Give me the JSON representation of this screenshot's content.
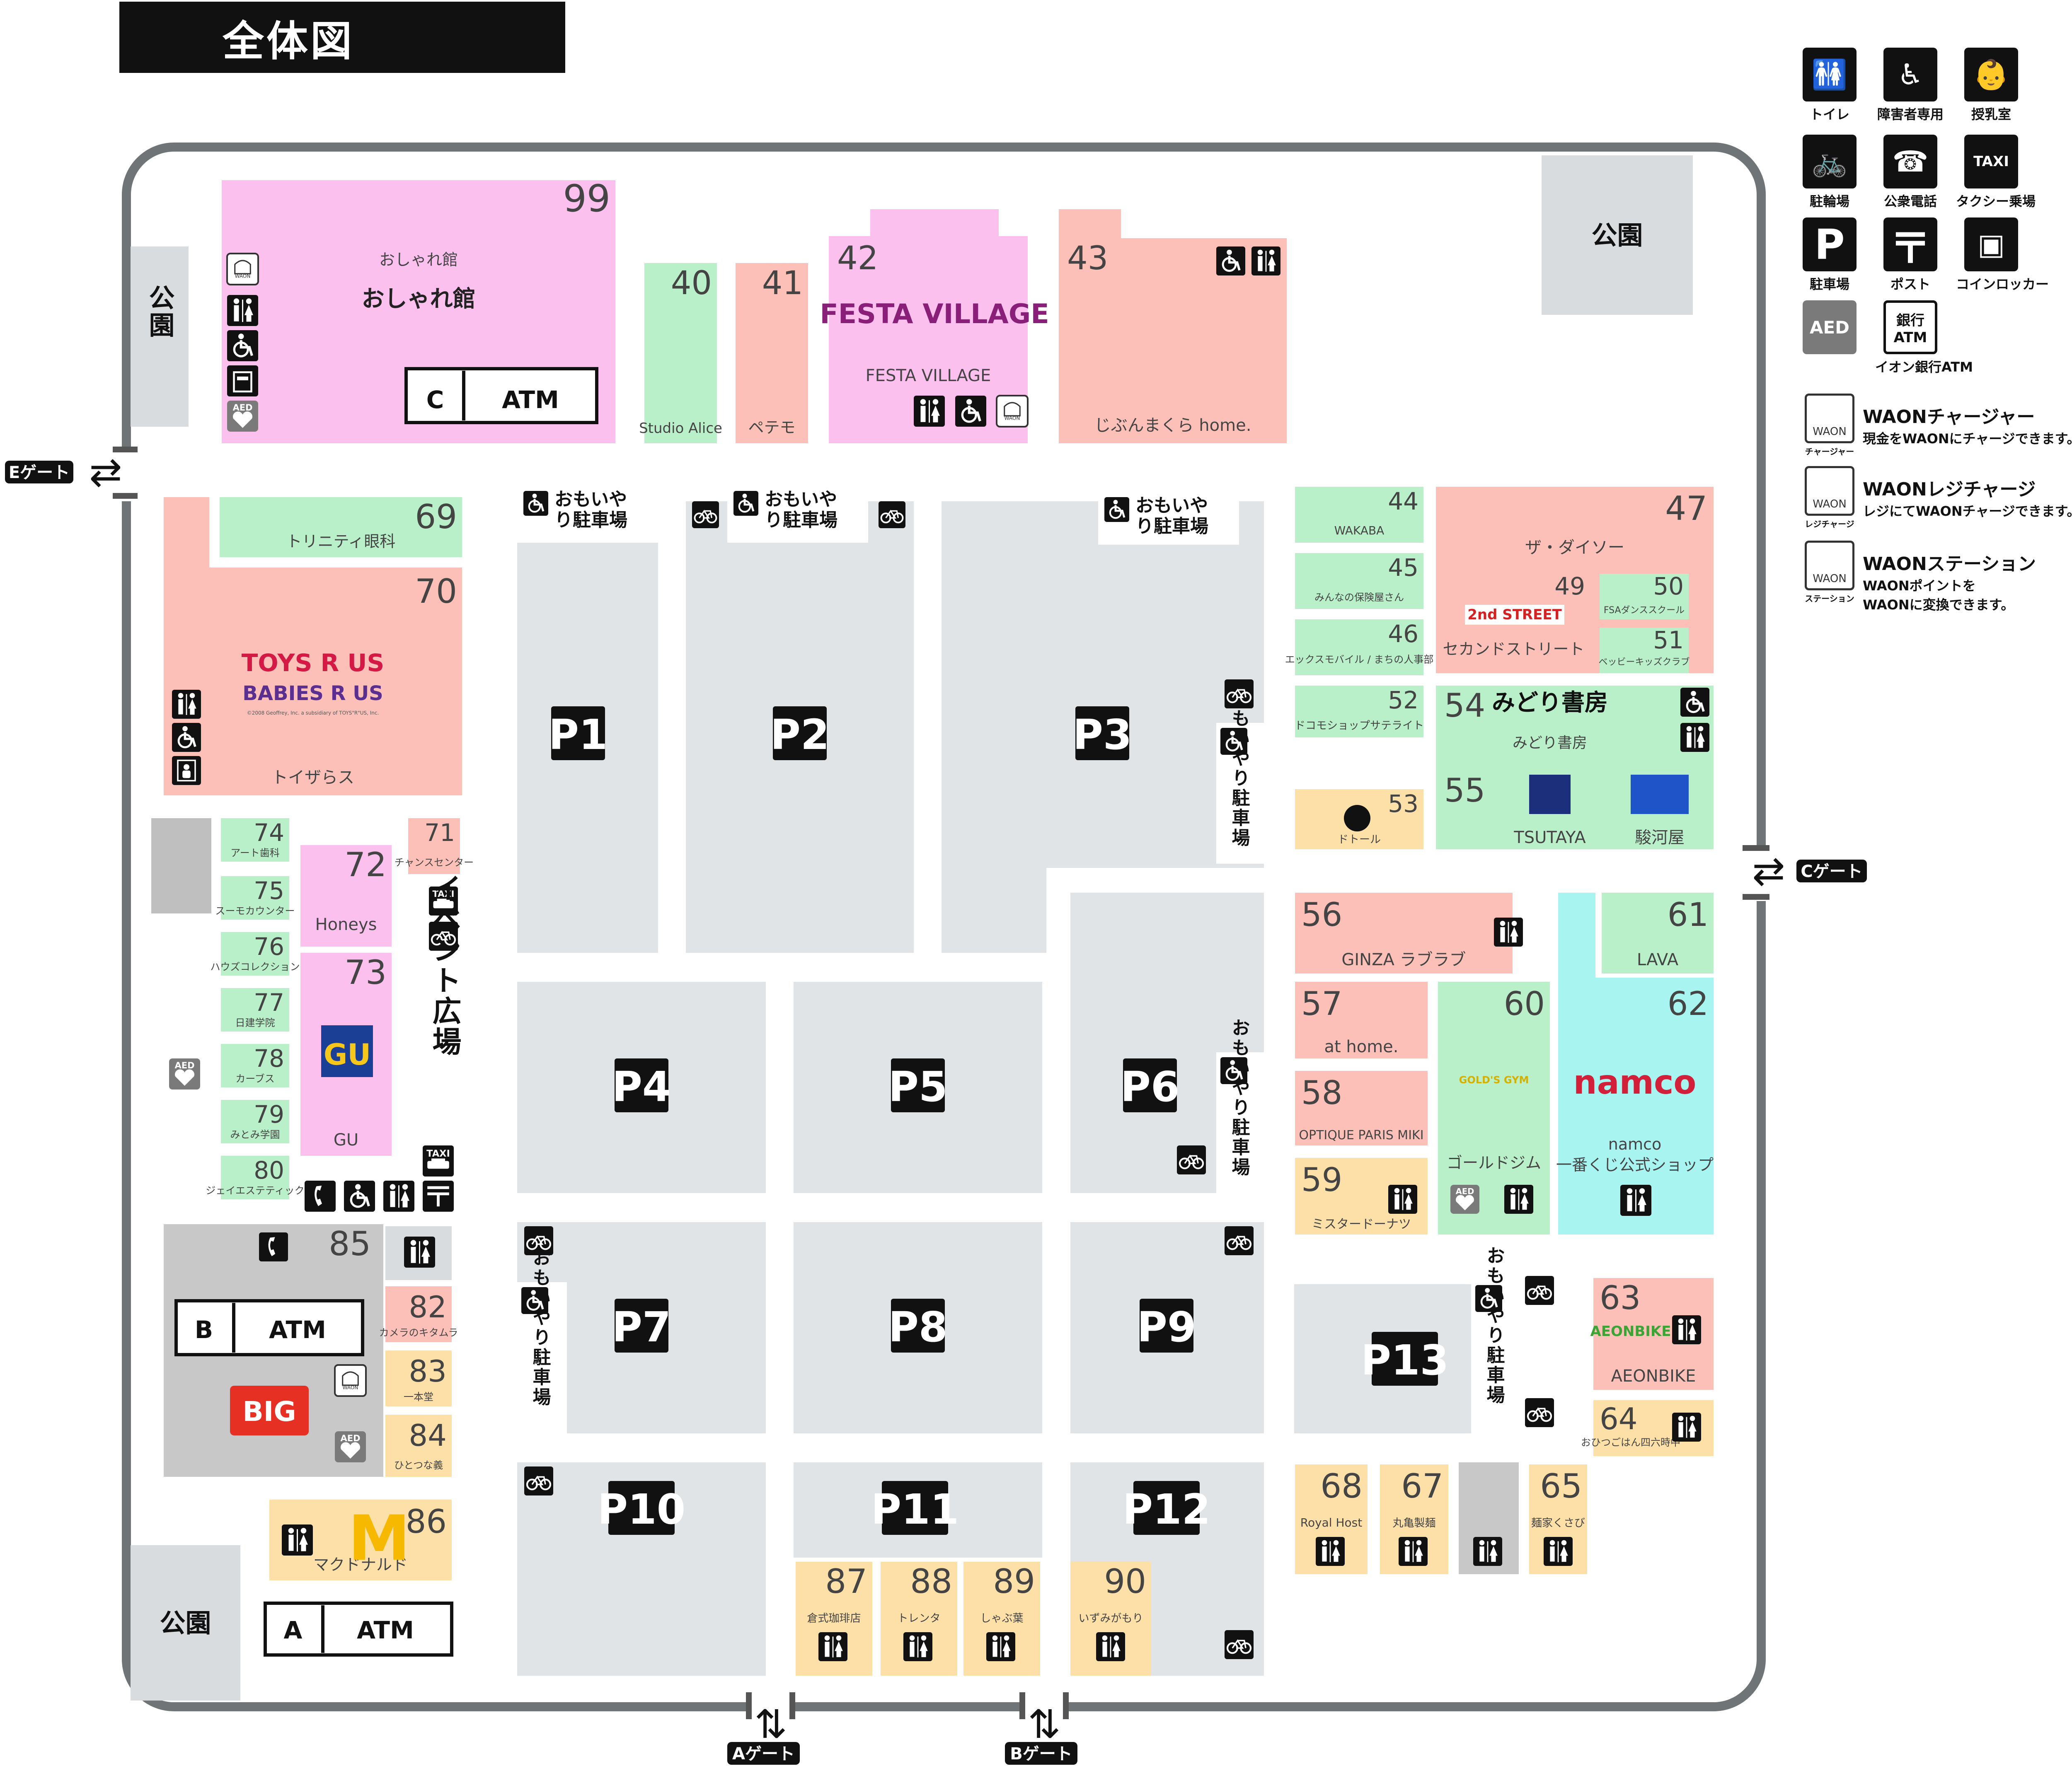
{
  "title": "全体図",
  "gates": {
    "e": "Eゲート",
    "c": "Cゲート",
    "a": "Aゲート",
    "b": "Bゲート"
  },
  "parks": [
    "公園",
    "公園",
    "公園"
  ],
  "atm_labels": {
    "c": "C",
    "b": "B",
    "a": "A",
    "atm": "ATM"
  },
  "parking": [
    "P1",
    "P2",
    "P3",
    "P4",
    "P5",
    "P6",
    "P7",
    "P8",
    "P9",
    "P10",
    "P11",
    "P12",
    "P13"
  ],
  "omoiyari": "おもいやり駐車場",
  "event_plaza": "イベント広場",
  "shops": [
    {
      "id": "s99",
      "num": "99",
      "name": "おしゃれ館",
      "sub": "おしゃれ館",
      "color": "#fcc0ef"
    },
    {
      "id": "s40",
      "num": "40",
      "name": "Studio Alice",
      "color": "#b9f0c9"
    },
    {
      "id": "s41",
      "num": "41",
      "name": "ペテモ",
      "color": "#fcc0b8"
    },
    {
      "id": "s42",
      "num": "42",
      "name": "FESTA VILLAGE",
      "color": "#fcc0ef"
    },
    {
      "id": "s43",
      "num": "43",
      "name": "じぶんまくら home.",
      "color": "#fcc0b8"
    },
    {
      "id": "s69",
      "num": "69",
      "name": "トリニティ眼科",
      "color": "#b9f0c9"
    },
    {
      "id": "s70",
      "num": "70",
      "name": "トイザらス",
      "color": "#fcc0b8"
    },
    {
      "id": "s74",
      "num": "74",
      "name": "アート歯科",
      "color": "#b9f0c9"
    },
    {
      "id": "s75",
      "num": "75",
      "name": "スーモカウンター",
      "color": "#b9f0c9"
    },
    {
      "id": "s76",
      "num": "76",
      "name": "ハウズコレクション",
      "color": "#b9f0c9"
    },
    {
      "id": "s77",
      "num": "77",
      "name": "日建学院",
      "color": "#b9f0c9"
    },
    {
      "id": "s78",
      "num": "78",
      "name": "カーブス",
      "color": "#b9f0c9"
    },
    {
      "id": "s79",
      "num": "79",
      "name": "みとみ学園",
      "color": "#b9f0c9"
    },
    {
      "id": "s80",
      "num": "80",
      "name": "ジェイエステティック",
      "color": "#b9f0c9"
    },
    {
      "id": "s71",
      "num": "71",
      "name": "チャンスセンター",
      "color": "#fcc0b8"
    },
    {
      "id": "s72",
      "num": "72",
      "name": "Honeys",
      "color": "#fcc0ef"
    },
    {
      "id": "s73",
      "num": "73",
      "name": "GU",
      "color": "#fcc0ef"
    },
    {
      "id": "s85",
      "num": "85",
      "name": "",
      "color": "#c8c8c8"
    },
    {
      "id": "s82",
      "num": "82",
      "name": "カメラのキタムラ",
      "color": "#fcc0b8"
    },
    {
      "id": "s83",
      "num": "83",
      "name": "一本堂",
      "color": "#fde0a8"
    },
    {
      "id": "s84",
      "num": "84",
      "name": "ひとつな義",
      "color": "#fde0a8"
    },
    {
      "id": "s86",
      "num": "86",
      "name": "マクドナルド",
      "color": "#fde0a8"
    },
    {
      "id": "s44",
      "num": "44",
      "name": "WAKABA",
      "color": "#b9f0c9"
    },
    {
      "id": "s45",
      "num": "45",
      "name": "みんなの保険屋さん",
      "color": "#b9f0c9"
    },
    {
      "id": "s46",
      "num": "46",
      "name": "エックスモバイル / まちの人事部",
      "color": "#b9f0c9"
    },
    {
      "id": "s47",
      "num": "47",
      "name": "ザ・ダイソー",
      "color": "#fcc0b8"
    },
    {
      "id": "s49",
      "num": "49",
      "name": "セカンドストリート",
      "color": "#fcc0b8"
    },
    {
      "id": "s50",
      "num": "50",
      "name": "FSAダンススクール",
      "color": "#b9f0c9"
    },
    {
      "id": "s51",
      "num": "51",
      "name": "ベッビーキッズクラブ",
      "color": "#b9f0c9"
    },
    {
      "id": "s52",
      "num": "52",
      "name": "ドコモショップサテライト",
      "color": "#b9f0c9"
    },
    {
      "id": "s54",
      "num": "54",
      "name": "みどり書房",
      "sub": "みどり書房",
      "color": "#b9f0c9"
    },
    {
      "id": "s55",
      "num": "55",
      "name": "TSUTAYA",
      "sub": "駿河屋",
      "color": "#b9f0c9"
    },
    {
      "id": "s53",
      "num": "53",
      "name": "ドトール",
      "color": "#fde0a8"
    },
    {
      "id": "s56",
      "num": "56",
      "name": "GINZA ラブラブ",
      "color": "#fcc0b8"
    },
    {
      "id": "s61",
      "num": "61",
      "name": "LAVA",
      "color": "#b9f0c9"
    },
    {
      "id": "s62",
      "num": "62",
      "name": "namco 一番くじ公式ショップ",
      "color": "#a8f4f0"
    },
    {
      "id": "s57",
      "num": "57",
      "name": "at home.",
      "color": "#fcc0b8"
    },
    {
      "id": "s60",
      "num": "60",
      "name": "ゴールドジム",
      "color": "#b9f0c9"
    },
    {
      "id": "s58",
      "num": "58",
      "name": "OPTIQUE PARIS MIKI",
      "color": "#fcc0b8"
    },
    {
      "id": "s59",
      "num": "59",
      "name": "ミスタードーナツ",
      "color": "#fde0a8"
    },
    {
      "id": "s63",
      "num": "63",
      "name": "AEONBIKE",
      "color": "#fcc0b8"
    },
    {
      "id": "s64",
      "num": "64",
      "name": "おひつごはん四六時中",
      "color": "#fde0a8"
    },
    {
      "id": "s68",
      "num": "68",
      "name": "Royal Host",
      "color": "#fde0a8"
    },
    {
      "id": "s67",
      "num": "67",
      "name": "丸亀製麺",
      "color": "#fde0a8"
    },
    {
      "id": "s65",
      "num": "65",
      "name": "麺家くさび",
      "color": "#fde0a8"
    },
    {
      "id": "s87",
      "num": "87",
      "name": "倉式珈琲店",
      "color": "#fde0a8"
    },
    {
      "id": "s88",
      "num": "88",
      "name": "トレンタ",
      "color": "#fde0a8"
    },
    {
      "id": "s89",
      "num": "89",
      "name": "しゃぶ葉",
      "color": "#fde0a8"
    },
    {
      "id": "s90",
      "num": "90",
      "name": "いずみがもり",
      "color": "#fde0a8"
    }
  ],
  "logos": {
    "festa": "FESTA VILLAGE",
    "toysrus": "TOYS R US",
    "babiesrus": "BABIES R US",
    "toysrus_copy": "©2008 Geoffrey, Inc. a subsidiary of TOYS\"R\"US, Inc.",
    "gu": "GU",
    "big": "BIG",
    "mcd": "M",
    "secondstreet": "2nd STREET",
    "namco": "namco",
    "goldsgym": "GOLD'S GYM",
    "aeonbike": "AEONBIKE"
  },
  "legend": [
    {
      "icon": "toilet-icon",
      "label": "トイレ"
    },
    {
      "icon": "wheelchair-icon",
      "label": "障害者専用"
    },
    {
      "icon": "nursing-room-icon",
      "label": "授乳室"
    },
    {
      "icon": "bicycle-icon",
      "label": "駐輪場"
    },
    {
      "icon": "phone-icon",
      "label": "公衆電話"
    },
    {
      "icon": "taxi-icon",
      "label": "タクシー乗場",
      "text": "TAXI"
    },
    {
      "icon": "parking-icon",
      "label": "駐車場",
      "text": "P"
    },
    {
      "icon": "post-icon",
      "label": "ポスト",
      "text": "〒"
    },
    {
      "icon": "locker-icon",
      "label": "コインロッカー"
    },
    {
      "icon": "aed-icon",
      "label": "",
      "text": "AED"
    },
    {
      "icon": "aeon-bank-atm-icon",
      "label": "イオン銀行ATM",
      "text": "銀行 ATM"
    }
  ],
  "waon": [
    {
      "icon": "waon-charger-icon",
      "cap": "チャージャー",
      "title": "WAONチャージャー",
      "desc": [
        "現金をWAONにチャージできます。"
      ]
    },
    {
      "icon": "waon-register-icon",
      "cap": "レジチャージ",
      "title": "WAONレジチャージ",
      "desc": [
        "レジにてWAONチャージできます。"
      ]
    },
    {
      "icon": "waon-station-icon",
      "cap": "ステーション",
      "title": "WAONステーション",
      "desc": [
        "WAONポイントを",
        "WAONに変換できます。"
      ]
    }
  ],
  "colors": {
    "outline": "#6f7476",
    "lot": "#e1e4e6",
    "park": "#d9dcde",
    "pink": "#fcc0ef",
    "salmon": "#fcc0b8",
    "green": "#b9f0c9",
    "yellow": "#fde0a8",
    "cyan": "#a8f4f0",
    "dark": "#111111"
  }
}
